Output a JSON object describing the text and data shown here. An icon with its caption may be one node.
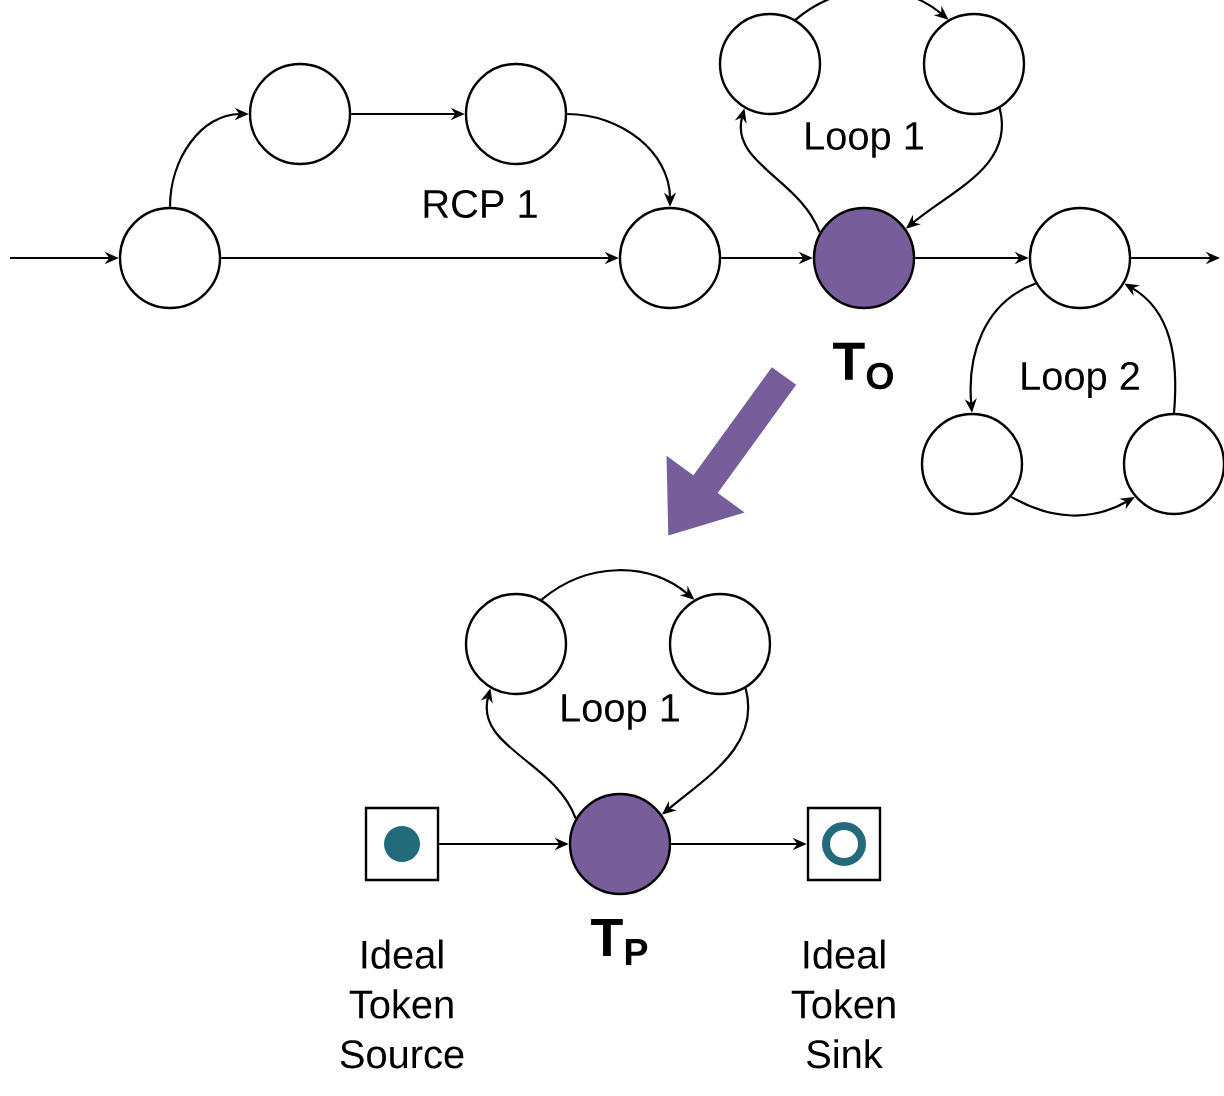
{
  "diagram": {
    "nodes": [
      {
        "text": [],
        "shape": "circle"
      },
      {
        "text": [],
        "shape": "circle"
      },
      {
        "text": [],
        "shape": "circle"
      },
      {
        "text": [],
        "shape": "circle"
      },
      {
        "text": [],
        "shape": "circle",
        "beside": [
          "T$_{O}$"
        ]
      },
      {
        "text": [],
        "shape": "circle"
      },
      {
        "text": [],
        "shape": "circle"
      },
      {
        "text": [],
        "shape": "circle"
      },
      {
        "text": [],
        "shape": "circle"
      },
      {
        "text": [],
        "shape": "circle"
      },
      {
        "text": [],
        "shape": "box",
        "beside": [
          "Ideal Token Source"
        ]
      },
      {
        "text": [],
        "shape": "circle",
        "beside": [
          "T$_{P}$"
        ]
      },
      {
        "text": [],
        "shape": "box",
        "beside": [
          "Ideal Token Sink"
        ]
      },
      {
        "text": [],
        "shape": "circle"
      },
      {
        "text": [],
        "shape": "circle"
      }
    ],
    "edges": [
      {
        "from": null,
        "to": 0,
        "arrow": "to"
      },
      {
        "from": 0,
        "to": 1,
        "arrow": "to"
      },
      {
        "from": 1,
        "to": 2,
        "arrow": "to"
      },
      {
        "from": 2,
        "to": 3,
        "arrow": "to"
      },
      {
        "from": 0,
        "to": 3,
        "arrow": "to"
      },
      {
        "from": 3,
        "to": 4,
        "arrow": "to"
      },
      {
        "from": 4,
        "to": 5,
        "arrow": "to"
      },
      {
        "from": 5,
        "to": 6,
        "arrow": "to"
      },
      {
        "from": 6,
        "to": 4,
        "arrow": "to"
      },
      {
        "from": 4,
        "to": 7,
        "arrow": "to"
      },
      {
        "from": 7,
        "to": null,
        "arrow": "to"
      },
      {
        "from": 7,
        "to": 8,
        "arrow": "to"
      },
      {
        "from": 8,
        "to": 9,
        "arrow": "to"
      },
      {
        "from": 9,
        "to": 7,
        "arrow": "to"
      },
      {
        "from": 10,
        "to": 11,
        "arrow": "to"
      },
      {
        "from": 11,
        "to": 12,
        "arrow": "to"
      },
      {
        "from": 11,
        "to": 13,
        "arrow": "to"
      },
      {
        "from": 13,
        "to": 14,
        "arrow": "to"
      },
      {
        "from": 14,
        "to": 11,
        "arrow": "to"
      }
    ],
    "labels": [
      "RCP 1",
      "Loop 1",
      "Loop 2",
      "Loop 1"
    ]
  }
}
